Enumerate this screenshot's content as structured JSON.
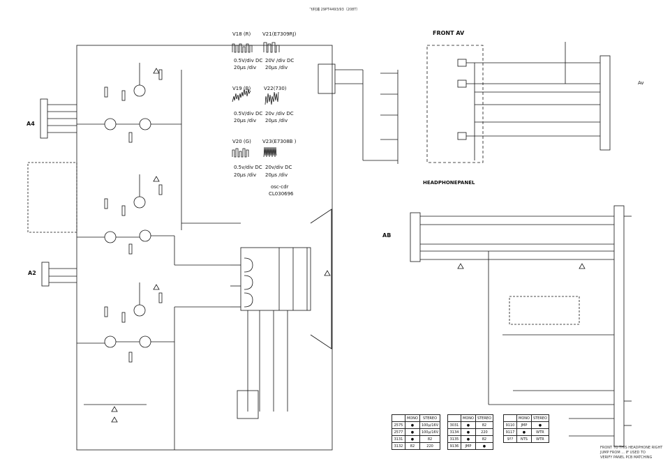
{
  "header": {
    "title": "飞利浦 29PT4493/93（208T）"
  },
  "sections": {
    "front_av": "FRONT AV",
    "headphone_panel": "HEADPHONEPANEL",
    "a4": "A4",
    "a2": "A2",
    "ab": "AB",
    "av": "Av"
  },
  "waveforms": [
    {
      "id": "V18 (R)",
      "lines": [
        "0.5V/div DC",
        "20μs /div"
      ]
    },
    {
      "id": "V21(E7309RJ)",
      "lines": [
        "20V /div DC",
        "20μs /div"
      ]
    },
    {
      "id": "V19 (B)",
      "lines": [
        "0.5V/div DC",
        "20μs /div"
      ]
    },
    {
      "id": "V22(730)",
      "lines": [
        "20v /div DC",
        "20μs /div"
      ]
    },
    {
      "id": "V20 (G)",
      "lines": [
        "0.5v/div DC",
        "20μs /div"
      ]
    },
    {
      "id": "V23(E7308B )",
      "lines": [
        "20v/div DC",
        "20μs /div"
      ]
    }
  ],
  "osc_note": [
    "osc-cdr",
    "CL030696"
  ],
  "tables": {
    "left": {
      "headers": [
        "",
        "MONO",
        "STEREO"
      ],
      "rows": [
        [
          "2575",
          "●",
          "100μ/16V"
        ],
        [
          "2577",
          "●",
          "100μ/16V"
        ],
        [
          "3131",
          "●",
          "82"
        ],
        [
          "3132",
          "82",
          "220"
        ]
      ]
    },
    "middle": {
      "headers": [
        "",
        "MONO",
        "STEREO"
      ],
      "rows": [
        [
          "3031",
          "●",
          "82"
        ],
        [
          "3134",
          "●",
          "220"
        ],
        [
          "3135",
          "●",
          "82"
        ],
        [
          "9136",
          "JMP",
          "●"
        ]
      ]
    },
    "right": {
      "headers": [
        "",
        "MONO",
        "STEREO"
      ],
      "rows": [
        [
          "9110",
          "JMP",
          "●"
        ],
        [
          "9117",
          "●",
          "WTR"
        ],
        [
          "9??",
          "NTS",
          "WTR"
        ]
      ]
    }
  },
  "note_bottom_right": [
    "FRONT TO THIS HEADPHONE RIGHT",
    "JUMP FROM ... IF USED TO",
    "VERIFY PANEL PCB MATCHING"
  ],
  "colors": {
    "ink": "#111111",
    "paper": "#ffffff"
  }
}
